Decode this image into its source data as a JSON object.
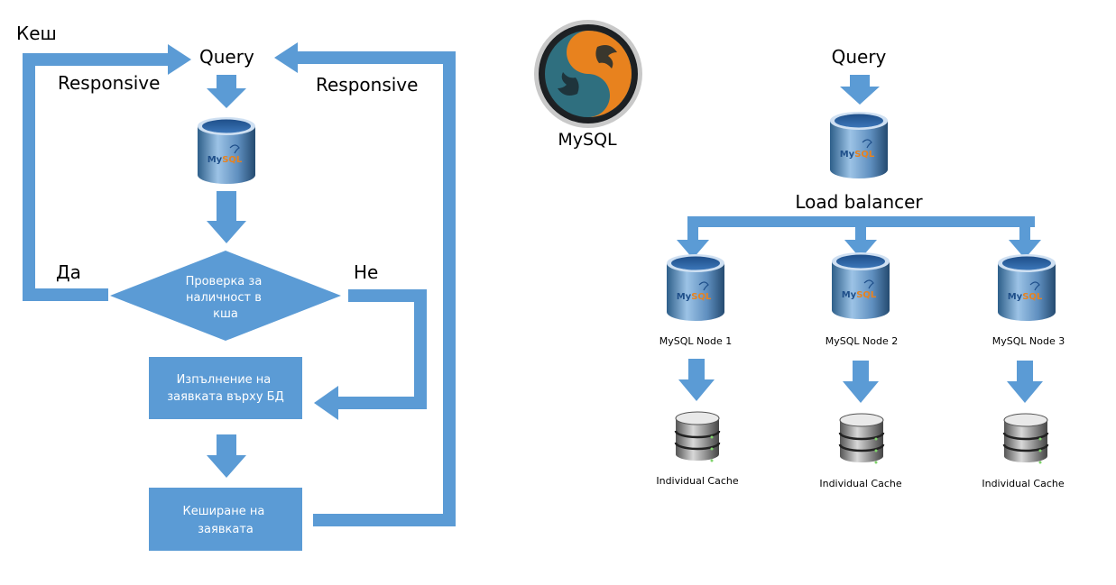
{
  "left": {
    "cache_label": "Кеш",
    "query": "Query",
    "responsive_left": "Responsive",
    "responsive_right": "Responsive",
    "yes": "Да",
    "no": "Не",
    "decision_lines": [
      "Проверка за",
      "наличност в",
      "кша"
    ],
    "execute_lines": [
      "Изпълнение на",
      "заявката върху БД"
    ],
    "caching_lines": [
      "Кеширане на",
      "заявката"
    ]
  },
  "center": {
    "logo_label": "MySQL"
  },
  "right": {
    "query": "Query",
    "load_balancer": "Load balancer",
    "nodes": [
      {
        "name": "MySQL Node 1",
        "cache": "Individual Cache"
      },
      {
        "name": "MySQL Node 2",
        "cache": "Individual Cache"
      },
      {
        "name": "MySQL Node 3",
        "cache": "Individual Cache"
      }
    ]
  },
  "colors": {
    "accent": "#5b9bd5",
    "box_fill": "#5b9bd5",
    "logo_teal": "#2f6f7f",
    "logo_orange": "#e8821e"
  }
}
